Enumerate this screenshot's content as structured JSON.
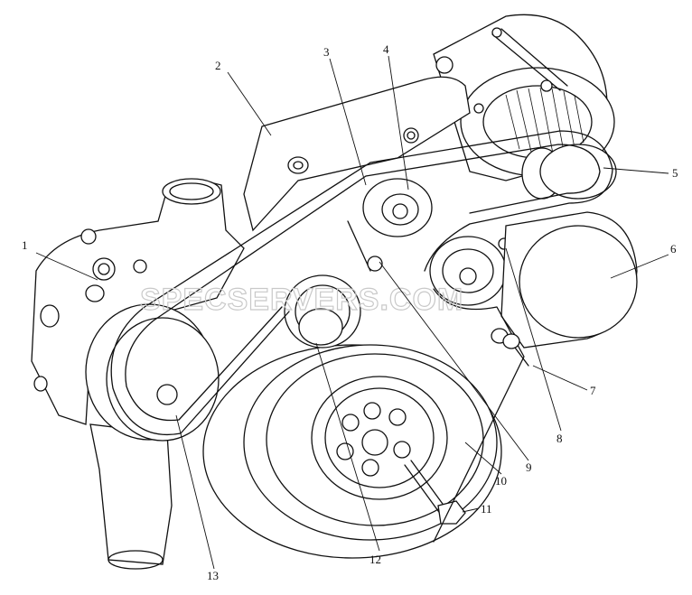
{
  "callouts": [
    {
      "id": "1",
      "label": "1"
    },
    {
      "id": "2",
      "label": "2"
    },
    {
      "id": "3",
      "label": "3"
    },
    {
      "id": "4",
      "label": "4"
    },
    {
      "id": "5",
      "label": "5"
    },
    {
      "id": "6",
      "label": "6"
    },
    {
      "id": "7",
      "label": "7"
    },
    {
      "id": "8",
      "label": "8"
    },
    {
      "id": "9",
      "label": "9"
    },
    {
      "id": "10",
      "label": "10"
    },
    {
      "id": "11",
      "label": "11"
    },
    {
      "id": "12",
      "label": "12"
    },
    {
      "id": "13",
      "label": "13"
    }
  ],
  "watermark": "SPECSERVERS.COM",
  "colors": {
    "line": "#111111",
    "background": "#ffffff",
    "watermark": "#c9c9c9"
  }
}
